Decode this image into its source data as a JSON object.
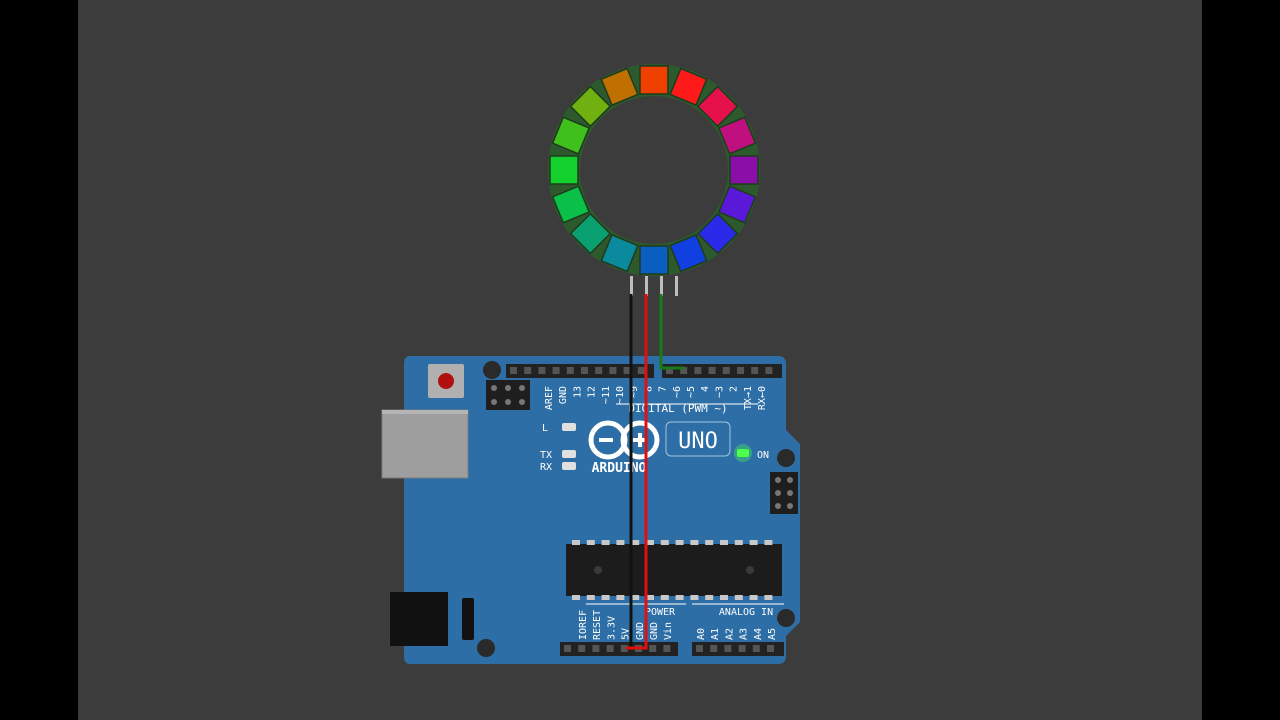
{
  "board": {
    "brand": "ARDUINO",
    "model": "UNO",
    "on_label": "ON",
    "l_label": "L",
    "tx_label": "TX",
    "rx_label": "RX",
    "digital_header": "DIGITAL (PWM ~)",
    "power_header": "POWER",
    "analog_header": "ANALOG IN",
    "digital_pins": [
      "AREF",
      "GND",
      "13",
      "12",
      "~11",
      "~10",
      "~9",
      "8",
      "7",
      "~6",
      "~5",
      "4",
      "~3",
      "2",
      "TX→1",
      "RX←0"
    ],
    "power_pins": [
      "IOREF",
      "RESET",
      "3.3V",
      "5V",
      "GND",
      "GND",
      "Vin"
    ],
    "analog_pins": [
      "A0",
      "A1",
      "A2",
      "A3",
      "A4",
      "A5"
    ]
  },
  "ring": {
    "led_count": 16,
    "led_colors": [
      "#f04000",
      "#ff1a1a",
      "#e6104a",
      "#c01080",
      "#8a0fa8",
      "#5a18d8",
      "#2a2ae8",
      "#1040e0",
      "#0a5ec0",
      "#0a8a9c",
      "#0aa070",
      "#0ac048",
      "#14d02c",
      "#40c01c",
      "#70b010",
      "#c07000"
    ]
  },
  "wires": {
    "gnd_color": "#111111",
    "vcc_color": "#e01010",
    "data_color": "#1a7a1a"
  },
  "colors": {
    "canvas_bg": "#3c3c3c",
    "board_blue": "#2e6ea6",
    "on_led": "#4dff4d"
  }
}
